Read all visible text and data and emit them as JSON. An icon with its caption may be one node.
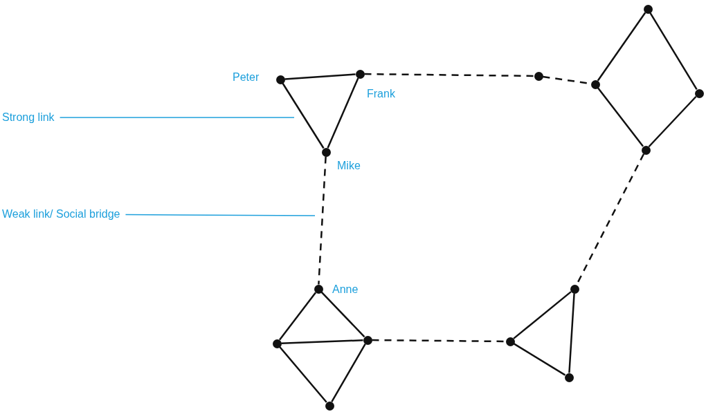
{
  "diagram": {
    "nodes": [
      {
        "text": [],
        "shape": "circle",
        "beside": [
          "Peter"
        ]
      },
      {
        "text": [],
        "shape": "circle",
        "beside": [
          "Frank"
        ]
      },
      {
        "text": [],
        "shape": "circle",
        "beside": [
          "Mike"
        ]
      },
      {
        "text": [],
        "shape": "circle"
      },
      {
        "text": [],
        "shape": "circle"
      },
      {
        "text": [],
        "shape": "circle"
      },
      {
        "text": [],
        "shape": "circle"
      },
      {
        "text": [],
        "shape": "circle"
      },
      {
        "text": [],
        "shape": "circle",
        "beside": [
          "Anne"
        ]
      },
      {
        "text": [],
        "shape": "circle"
      },
      {
        "text": [],
        "shape": "circle"
      },
      {
        "text": [],
        "shape": "circle"
      },
      {
        "text": [],
        "shape": "circle"
      },
      {
        "text": [],
        "shape": "circle"
      },
      {
        "text": [],
        "shape": "circle"
      },
      {
        "text": [
          "Strong link"
        ]
      },
      {
        "text": [
          "Weak link/ Social bridge"
        ]
      }
    ],
    "edges": [
      {
        "from": 0,
        "to": 1,
        "arrow": "none"
      },
      {
        "from": 0,
        "to": 2,
        "arrow": "none"
      },
      {
        "from": 1,
        "to": 2,
        "arrow": "none"
      },
      {
        "from": 1,
        "to": 3,
        "arrow": "none",
        "style": "dashed"
      },
      {
        "from": 3,
        "to": 5,
        "arrow": "none",
        "style": "dashed"
      },
      {
        "from": 4,
        "to": 5,
        "arrow": "none"
      },
      {
        "from": 4,
        "to": 6,
        "arrow": "none"
      },
      {
        "from": 5,
        "to": 7,
        "arrow": "none"
      },
      {
        "from": 6,
        "to": 7,
        "arrow": "none"
      },
      {
        "from": 2,
        "to": 8,
        "arrow": "none",
        "style": "dashed"
      },
      {
        "from": 7,
        "to": 12,
        "arrow": "none",
        "style": "dashed"
      },
      {
        "from": 8,
        "to": 9,
        "arrow": "none"
      },
      {
        "from": 8,
        "to": 10,
        "arrow": "none"
      },
      {
        "from": 9,
        "to": 10,
        "arrow": "none"
      },
      {
        "from": 9,
        "to": 11,
        "arrow": "none"
      },
      {
        "from": 10,
        "to": 11,
        "arrow": "none"
      },
      {
        "from": 10,
        "to": 13,
        "arrow": "none",
        "style": "dashed"
      },
      {
        "from": 12,
        "to": 13,
        "arrow": "none"
      },
      {
        "from": 12,
        "to": 14,
        "arrow": "none"
      },
      {
        "from": 13,
        "to": 14,
        "arrow": "none"
      },
      {
        "from": 15,
        "to": null,
        "arrow": "none",
        "color": "#1ea0dc"
      },
      {
        "from": 16,
        "to": null,
        "arrow": "none",
        "color": "#1ea0dc"
      }
    ]
  }
}
